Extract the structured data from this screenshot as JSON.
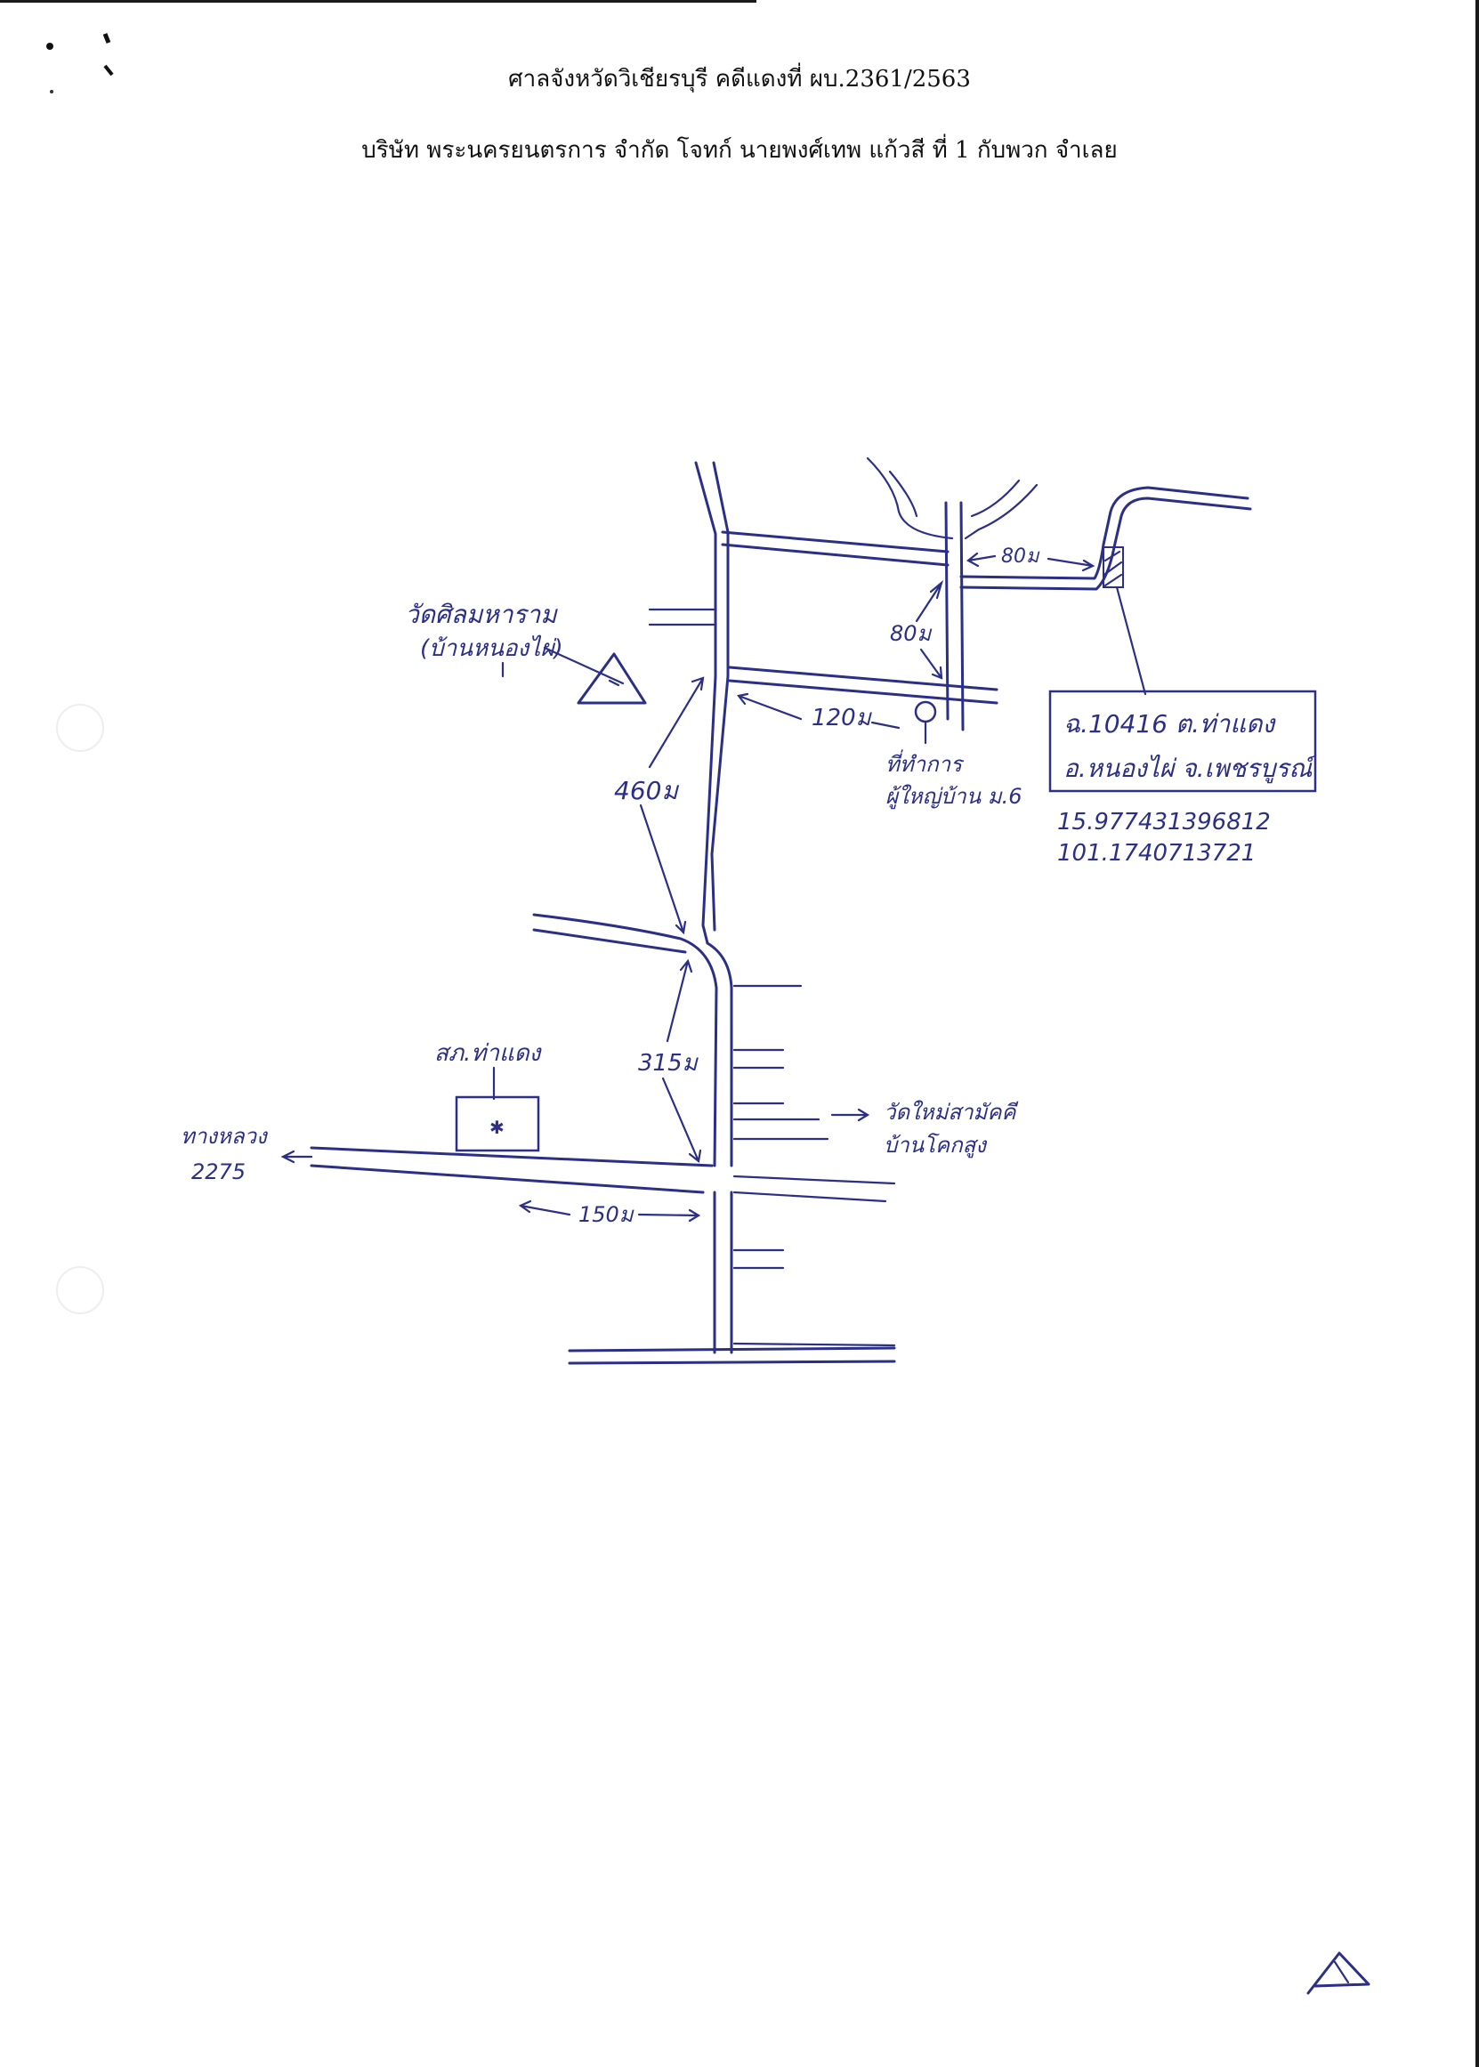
{
  "header": {
    "court_line": "ศาลจังหวัดวิเชียรบุรี คดีแดงที่ ผบ.2361/2563",
    "parties_line": "บริษัท พระนครยนตรการ จำกัด โจทก์ นายพงศ์เทพ แก้วสี ที่ 1 กับพวก จำเลย"
  },
  "map": {
    "labels": {
      "temple": "วัดศิลมหาราม",
      "temple_sub": "(บ้านหนองไผ่)",
      "distance_460": "460ม",
      "distance_120": "120ม",
      "distance_80": "80ม",
      "distance_80b": "80ม",
      "distance_315": "315ม",
      "distance_150": "150ม",
      "office_line1": "ที่ทำการ",
      "office_line2": "ผู้ใหญ่บ้าน ม.6",
      "deed_line1": "ฉ.10416 ต.ท่าแดง",
      "deed_line2": "อ.หนองไผ่ จ.เพชรบูรณ์",
      "coord_lat": "15.977431396812",
      "coord_lon": "101.1740713721",
      "police": "สภ.ท่าแดง",
      "highway_line1": "ทางหลวง",
      "highway_line2": "2275",
      "mosque_line1": "วัดใหม่สามัคคี",
      "mosque_line2": "บ้านโคกสูง"
    }
  }
}
